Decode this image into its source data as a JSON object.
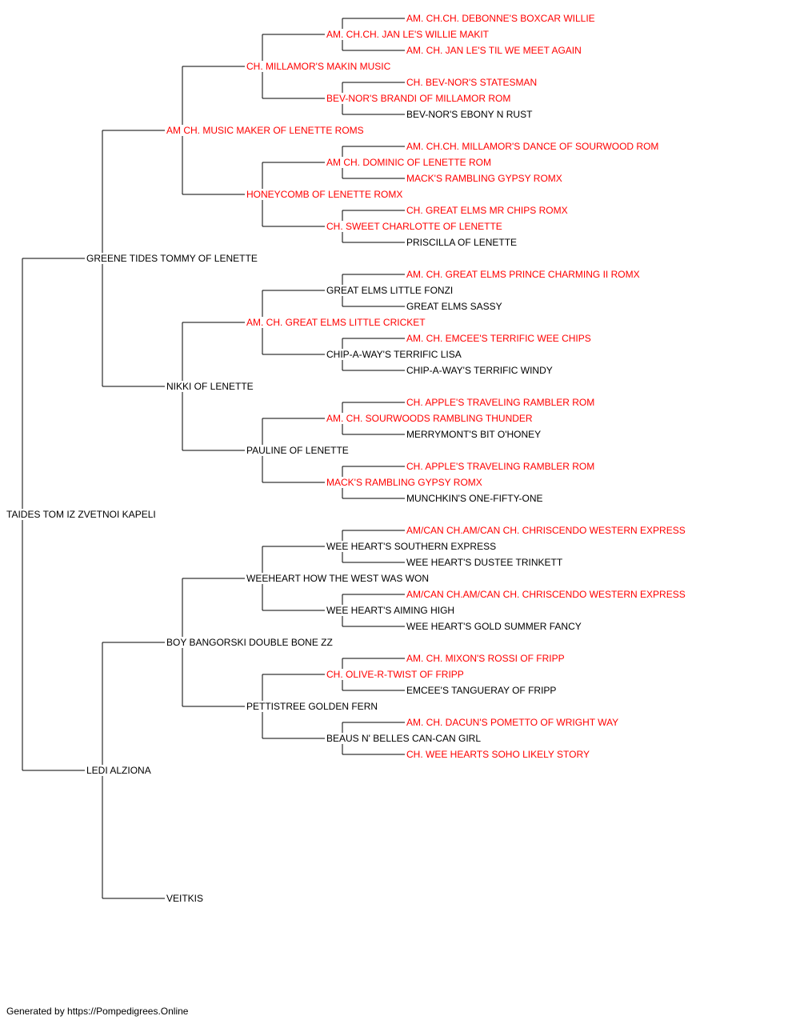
{
  "colors": {
    "titled": "#ff0000",
    "plain": "#000000",
    "line": "#000000"
  },
  "pedigree": {
    "name": "TAIDES TOM IZ ZVETNOI KAPELI",
    "titled": false,
    "sire": {
      "name": "GREENE TIDES TOMMY OF LENETTE",
      "titled": false,
      "sire": {
        "name": "AM CH. MUSIC MAKER OF LENETTE ROMS",
        "titled": true,
        "sire": {
          "name": "CH. MILLAMOR'S MAKIN MUSIC",
          "titled": true,
          "sire": {
            "name": "AM. CH.CH. JAN LE'S WILLIE MAKIT",
            "titled": true,
            "sire": {
              "name": "AM. CH.CH. DEBONNE'S BOXCAR WILLIE",
              "titled": true
            },
            "dam": {
              "name": "AM. CH. JAN LE'S TIL WE MEET AGAIN",
              "titled": true
            }
          },
          "dam": {
            "name": "BEV-NOR'S BRANDI OF MILLAMOR ROM",
            "titled": true,
            "sire": {
              "name": "CH. BEV-NOR'S STATESMAN",
              "titled": true
            },
            "dam": {
              "name": "BEV-NOR'S EBONY N RUST",
              "titled": false
            }
          }
        },
        "dam": {
          "name": "HONEYCOMB OF LENETTE ROMX",
          "titled": true,
          "sire": {
            "name": "AM CH. DOMINIC OF LENETTE ROM",
            "titled": true,
            "sire": {
              "name": "AM. CH.CH. MILLAMOR'S DANCE OF SOURWOOD ROM",
              "titled": true
            },
            "dam": {
              "name": "MACK'S RAMBLING GYPSY ROMX",
              "titled": true
            }
          },
          "dam": {
            "name": "CH. SWEET CHARLOTTE OF LENETTE",
            "titled": true,
            "sire": {
              "name": "CH. GREAT ELMS MR CHIPS ROMX",
              "titled": true
            },
            "dam": {
              "name": "PRISCILLA OF LENETTE",
              "titled": false
            }
          }
        }
      },
      "dam": {
        "name": "NIKKI OF LENETTE",
        "titled": false,
        "sire": {
          "name": "AM. CH. GREAT ELMS LITTLE CRICKET",
          "titled": true,
          "sire": {
            "name": "GREAT ELMS LITTLE FONZI",
            "titled": false,
            "sire": {
              "name": "AM. CH. GREAT ELMS PRINCE CHARMING II ROMX",
              "titled": true
            },
            "dam": {
              "name": "GREAT ELMS SASSY",
              "titled": false
            }
          },
          "dam": {
            "name": "CHIP-A-WAY'S TERRIFIC LISA",
            "titled": false,
            "sire": {
              "name": "AM. CH. EMCEE'S TERRIFIC WEE CHIPS",
              "titled": true
            },
            "dam": {
              "name": "CHIP-A-WAY'S TERRIFIC WINDY",
              "titled": false
            }
          }
        },
        "dam": {
          "name": "PAULINE OF LENETTE",
          "titled": false,
          "sire": {
            "name": "AM. CH. SOURWOODS RAMBLING THUNDER",
            "titled": true,
            "sire": {
              "name": "CH. APPLE'S TRAVELING RAMBLER ROM",
              "titled": true
            },
            "dam": {
              "name": "MERRYMONT'S BIT O'HONEY",
              "titled": false
            }
          },
          "dam": {
            "name": "MACK'S RAMBLING GYPSY ROMX",
            "titled": true,
            "sire": {
              "name": "CH. APPLE'S TRAVELING RAMBLER ROM",
              "titled": true
            },
            "dam": {
              "name": "MUNCHKIN'S ONE-FIFTY-ONE",
              "titled": false
            }
          }
        }
      }
    },
    "dam": {
      "name": "LEDI ALZIONA",
      "titled": false,
      "sire": {
        "name": "BOY BANGORSKI DOUBLE BONE ZZ",
        "titled": false,
        "sire": {
          "name": "WEEHEART HOW THE WEST WAS WON",
          "titled": false,
          "sire": {
            "name": "WEE HEART'S SOUTHERN EXPRESS",
            "titled": false,
            "sire": {
              "name": "AM/CAN CH.AM/CAN CH. CHRISCENDO WESTERN EXPRESS",
              "titled": true
            },
            "dam": {
              "name": "WEE HEART'S DUSTEE TRINKETT",
              "titled": false
            }
          },
          "dam": {
            "name": "WEE HEART'S AIMING HIGH",
            "titled": false,
            "sire": {
              "name": "AM/CAN CH.AM/CAN CH. CHRISCENDO WESTERN EXPRESS",
              "titled": true
            },
            "dam": {
              "name": "WEE HEART'S GOLD SUMMER FANCY",
              "titled": false
            }
          }
        },
        "dam": {
          "name": "PETTISTREE GOLDEN FERN",
          "titled": false,
          "sire": {
            "name": "CH. OLIVE-R-TWIST OF FRIPP",
            "titled": true,
            "sire": {
              "name": "AM. CH. MIXON'S ROSSI OF FRIPP",
              "titled": true
            },
            "dam": {
              "name": "EMCEE'S TANGUERAY OF FRIPP",
              "titled": false
            }
          },
          "dam": {
            "name": "BEAUS N' BELLES CAN-CAN GIRL",
            "titled": false,
            "sire": {
              "name": "AM. CH. DACUN'S POMETTO OF WRIGHT WAY",
              "titled": true
            },
            "dam": {
              "name": "CH. WEE HEARTS SOHO LIKELY STORY",
              "titled": true
            }
          }
        }
      },
      "dam": {
        "name": "VEITKIS",
        "titled": false
      }
    }
  },
  "footer": {
    "text": "Generated by https://Pompedigrees.Online"
  }
}
